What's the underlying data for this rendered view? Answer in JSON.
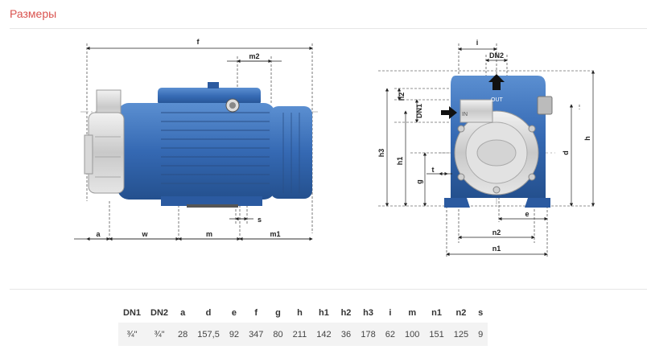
{
  "section": {
    "title": "Размеры"
  },
  "drawing_labels": {
    "f": "f",
    "m2": "m2",
    "s": "s",
    "a": "a",
    "w": "w",
    "m": "m",
    "m1": "m1",
    "i": "i",
    "DN2": "DN2",
    "OUT": "OUT",
    "IN": "IN",
    "DN1": "DN1",
    "h2": "h2",
    "h3": "h3",
    "h1": "h1",
    "g": "g",
    "t": "t",
    "d": "d",
    "h": "h",
    "e": "e",
    "n2": "n2",
    "n1": "n1"
  },
  "table": {
    "headers": [
      "DN1",
      "DN2",
      "a",
      "d",
      "e",
      "f",
      "g",
      "h",
      "h1",
      "h2",
      "h3",
      "i",
      "m",
      "n1",
      "n2",
      "s"
    ],
    "row": [
      "¾\"",
      "¾\"",
      "28",
      "157,5",
      "92",
      "347",
      "80",
      "211",
      "142",
      "36",
      "178",
      "62",
      "100",
      "151",
      "125",
      "9"
    ]
  }
}
